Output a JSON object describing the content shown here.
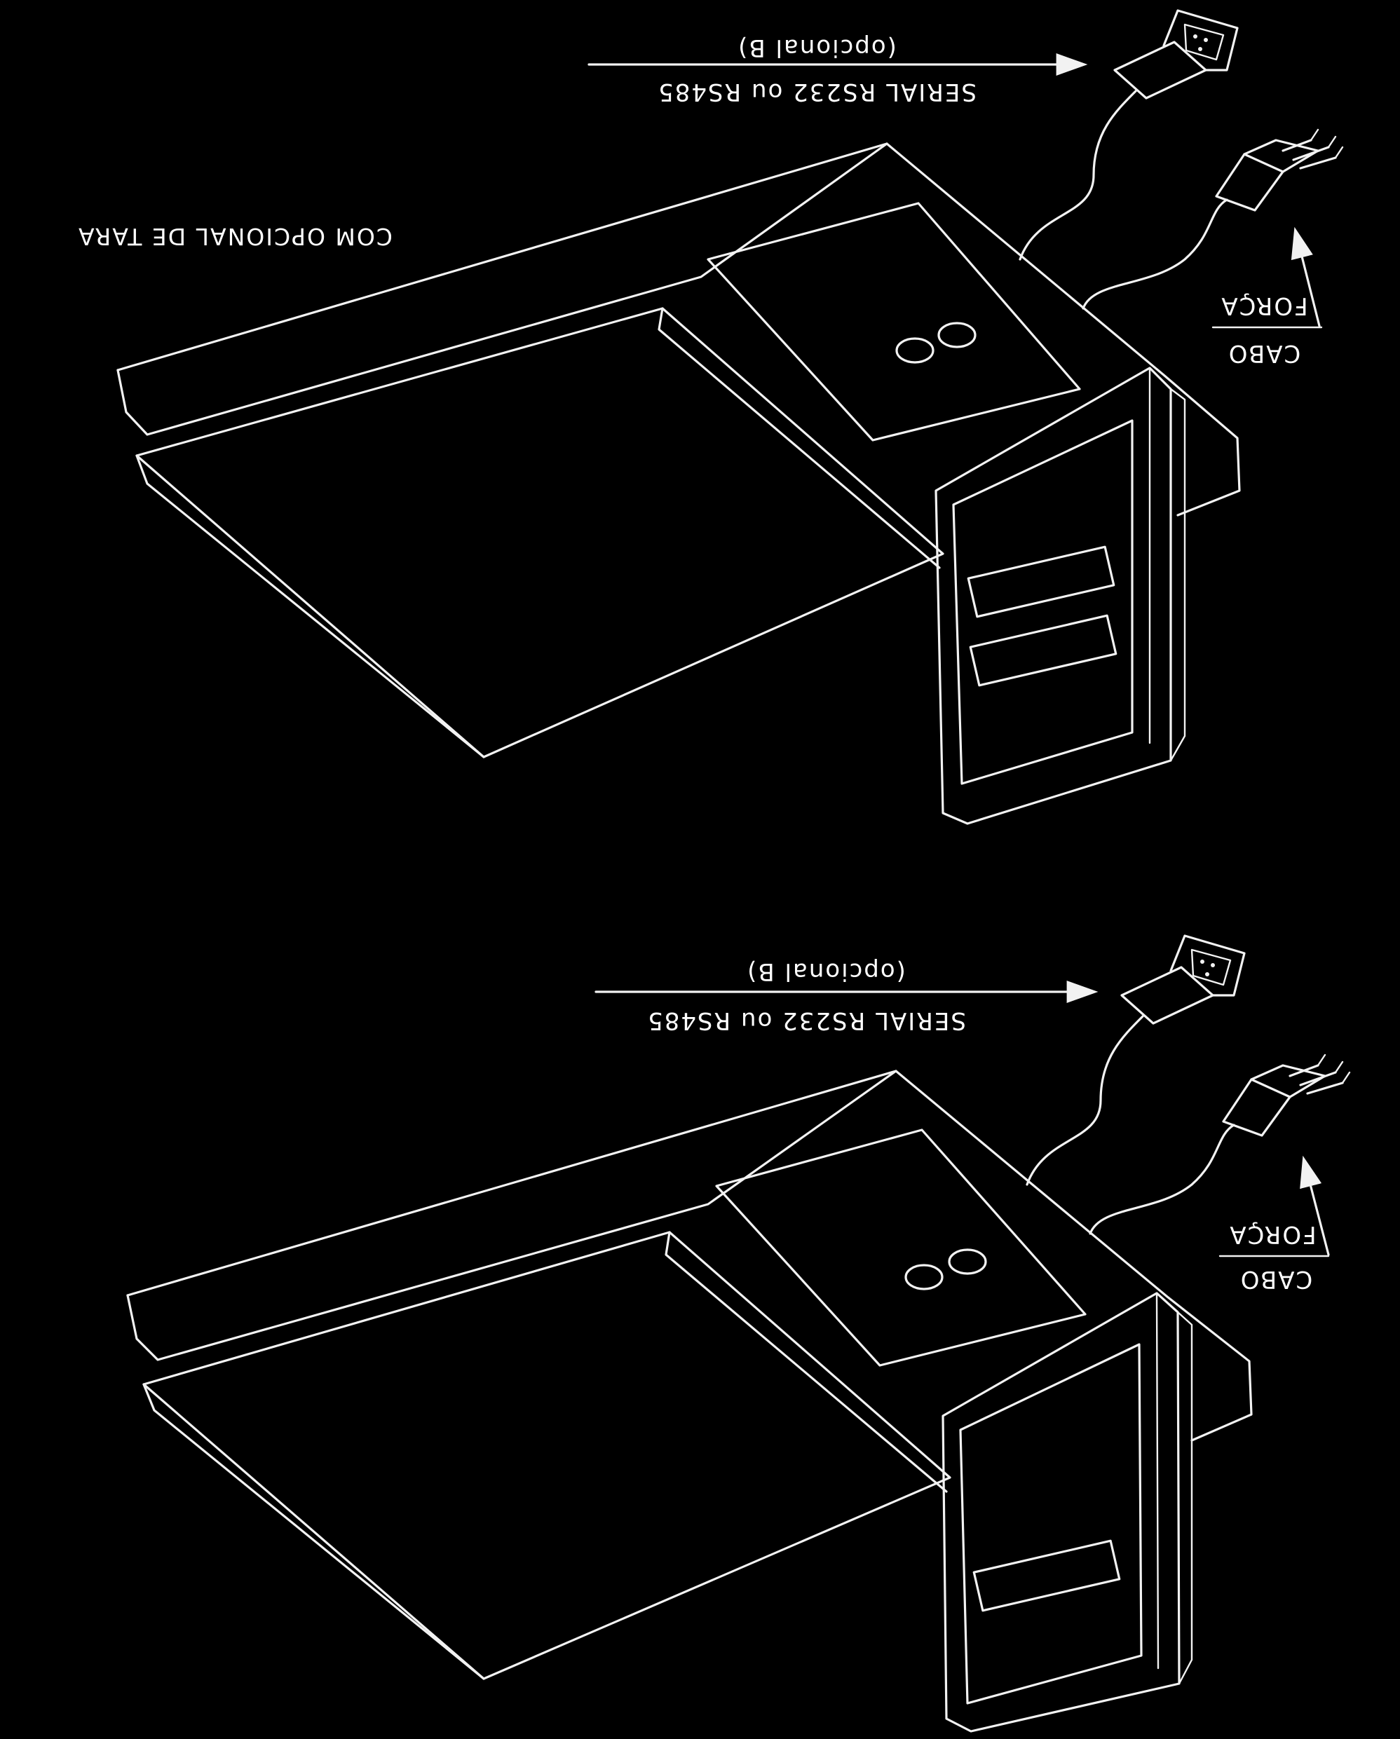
{
  "figure_a": {
    "caption": "COM OPCIONAL DE TARA",
    "serial_label": "SERIAL RS232 ou RS485",
    "serial_option": "(opcional B)",
    "power_label_1": "CABO",
    "power_label_2": "FORÇA"
  },
  "figure_b": {
    "serial_label": "SERIAL RS232 ou RS485",
    "serial_option": "(opcional B)",
    "power_label_1": "CABO",
    "power_label_2": "FORÇA"
  },
  "colors": {
    "background": "#000000",
    "line": "#f2f2f2"
  }
}
